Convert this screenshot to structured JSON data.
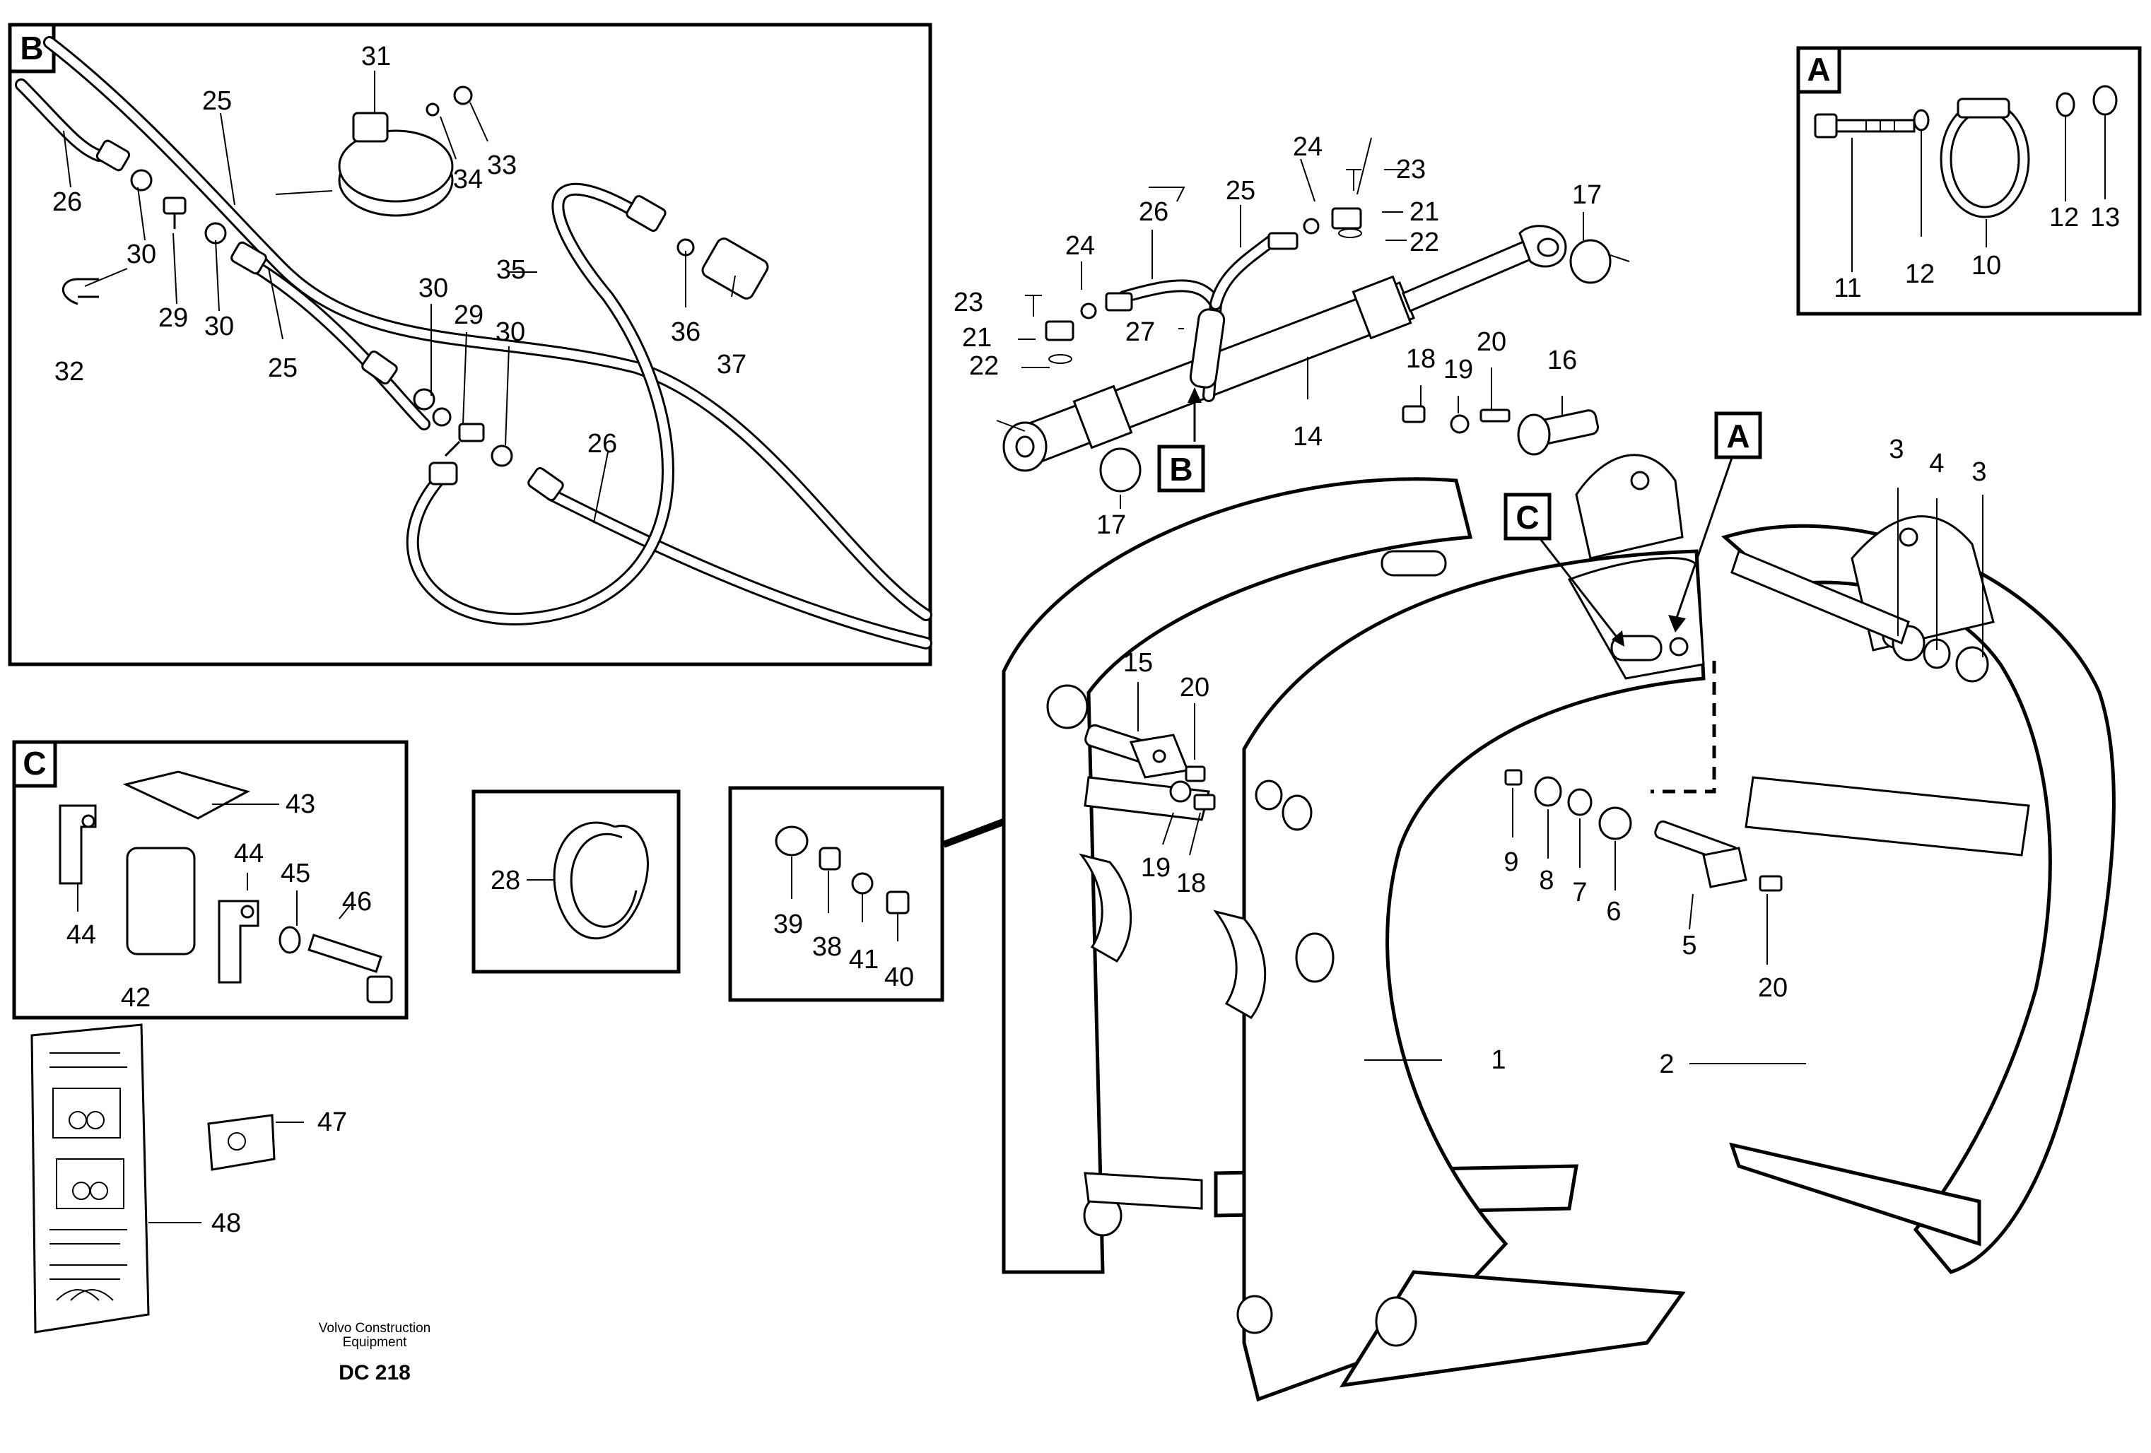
{
  "boxes": {
    "A": "A",
    "B": "B",
    "C": "C",
    "callout_A": "A",
    "callout_B": "B",
    "callout_C": "C"
  },
  "labels": {
    "p1": "1",
    "p2": "2",
    "p3a": "3",
    "p3b": "3",
    "p4": "4",
    "p5": "5",
    "p6": "6",
    "p7": "7",
    "p8": "8",
    "p9": "9",
    "p10": "10",
    "p11": "11",
    "p12a": "12",
    "p12b": "12",
    "p13": "13",
    "p14": "14",
    "p15": "15",
    "p16": "16",
    "p17a": "17",
    "p17b": "17",
    "p18a": "18",
    "p18b": "18",
    "p19a": "19",
    "p19b": "19",
    "p20a": "20",
    "p20b": "20",
    "p20c": "20",
    "p21a": "21",
    "p21b": "21",
    "p22a": "22",
    "p22b": "22",
    "p23a": "23",
    "p23b": "23",
    "p24a": "24",
    "p24b": "24",
    "p25a": "25",
    "p25b": "25",
    "p25c": "25",
    "p26a": "26",
    "p26b": "26",
    "p26c": "26",
    "p27": "27",
    "p28": "28",
    "p29a": "29",
    "p29b": "29",
    "p30a": "30",
    "p30b": "30",
    "p30c": "30",
    "p30d": "30",
    "p31": "31",
    "p32": "32",
    "p33": "33",
    "p34": "34",
    "p35": "35",
    "p36": "36",
    "p37": "37",
    "p38": "38",
    "p39": "39",
    "p40": "40",
    "p41": "41",
    "p42": "42",
    "p43": "43",
    "p44a": "44",
    "p44b": "44",
    "p45": "45",
    "p46": "46",
    "p47": "47",
    "p48": "48"
  },
  "footer": {
    "brand_line1": "Volvo Construction",
    "brand_line2": "Equipment",
    "doc_code": "DC 218"
  }
}
